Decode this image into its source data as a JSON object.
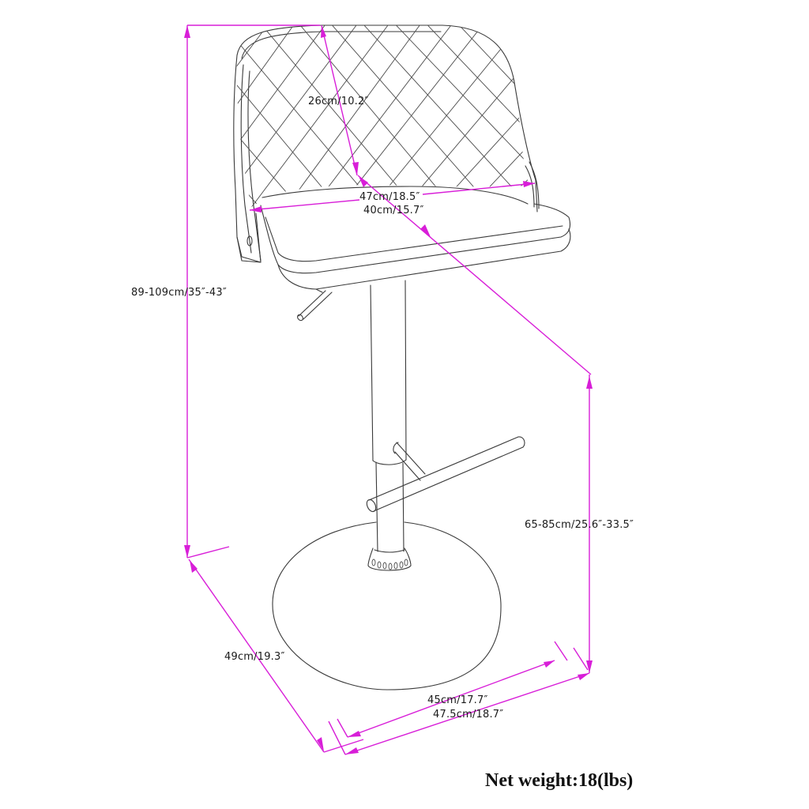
{
  "product": {
    "type": "adjustable bar stool",
    "features": [
      "diamond-quilted backrest",
      "upholstered seat",
      "gas lift lever",
      "T-shaped footrest",
      "round disc base"
    ]
  },
  "dimensions": {
    "backrest_height": "26cm/10.2″",
    "seat_width_outer": "47cm/18.5″",
    "seat_depth": "40cm/15.7″",
    "overall_height": "89-109cm/35″-43″",
    "seat_height": "65-85cm/25.6″-33.5″",
    "overall_depth": "49cm/19.3″",
    "base_width": "45cm/17.7″",
    "overall_width": "47.5cm/18.7″"
  },
  "footer": {
    "net_weight": "Net weight:18(lbs)"
  },
  "colors": {
    "dimension_lines": "#d81ed8",
    "outline": "#3a3a3a",
    "background": "#ffffff"
  }
}
